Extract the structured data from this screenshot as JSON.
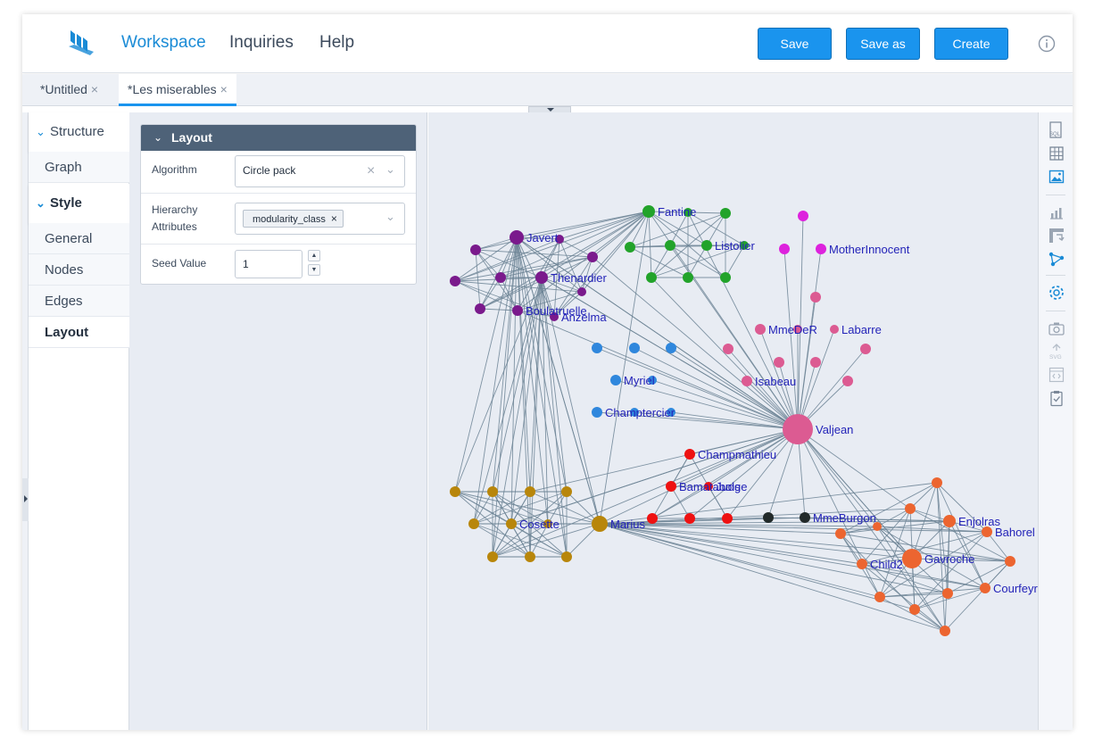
{
  "header": {
    "nav": [
      "Workspace",
      "Inquiries",
      "Help"
    ],
    "buttons": {
      "save": "Save",
      "save_as": "Save as",
      "create": "Create"
    }
  },
  "tabs": [
    {
      "label": "*Untitled",
      "close": "×"
    },
    {
      "label": "*Les miserables",
      "close": "×"
    }
  ],
  "sidenav": {
    "structure": "Structure",
    "graph": "Graph",
    "style": "Style",
    "general": "General",
    "nodes": "Nodes",
    "edges": "Edges",
    "layout": "Layout"
  },
  "layout_panel": {
    "title": "Layout",
    "algorithm_label": "Algorithm",
    "algorithm_value": "Circle pack",
    "hierarchy_label_1": "Hierarchy",
    "hierarchy_label_2": "Attributes",
    "hierarchy_chip": "modularity_class",
    "seed_label": "Seed Value",
    "seed_value": "1"
  },
  "graph": {
    "colors": {
      "edge": "#6b8394",
      "purple": "#7a1a8c",
      "green": "#22a32a",
      "magenta": "#dd22dd",
      "pink": "#dc5b92",
      "blue": "#2f87dd",
      "red": "#ee1111",
      "gold": "#b8860b",
      "black": "#222a2a",
      "orange": "#ec6530",
      "label": "#2323b8"
    },
    "labels": [
      "Fantine",
      "Javert",
      "Listolier",
      "MotherInnocent",
      "Thenardier",
      "Boulatruelle",
      "Anzelma",
      "MmeDeR",
      "Labarre",
      "Myriel",
      "Isabeau",
      "Champtercier",
      "Valjean",
      "Champmathieu",
      "Bamatabois",
      "Judge",
      "Cosette",
      "Marius",
      "MmeBurgon",
      "Enjolras",
      "Bahorel",
      "Child2",
      "Gavroche",
      "Courfeyrac"
    ]
  }
}
